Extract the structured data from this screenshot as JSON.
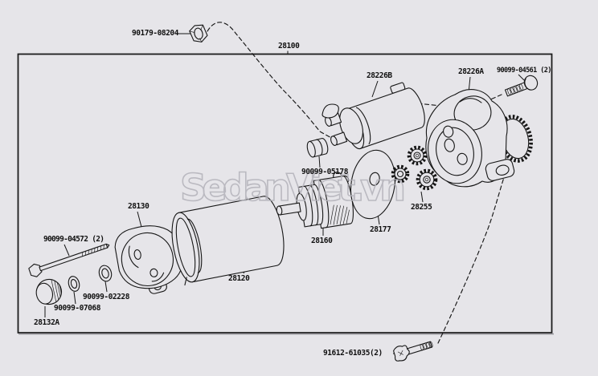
{
  "page": {
    "background_color": "#e6e5e9",
    "line_color": "#161616",
    "watermark": {
      "text": "SedanViet.vn",
      "color": "#b3b2ba"
    },
    "assembly_number": "28100",
    "labels": {
      "n90179_08204": "90179-08204",
      "n28100": "28100",
      "n28226b": "28226B",
      "n28226a": "28226A",
      "n90099_04561": "90099-04561 (2)",
      "n90099_05178": "90099-05178",
      "n28130": "28130",
      "n90099_04572": "90099-04572 (2)",
      "n28120": "28120",
      "n28160": "28160",
      "n28177": "28177",
      "n28255": "28255",
      "n90099_02228": "90099-02228",
      "n90099_07068": "90099-07068",
      "n28132a": "28132A",
      "n91612_61035": "91612-61035(2)"
    }
  }
}
